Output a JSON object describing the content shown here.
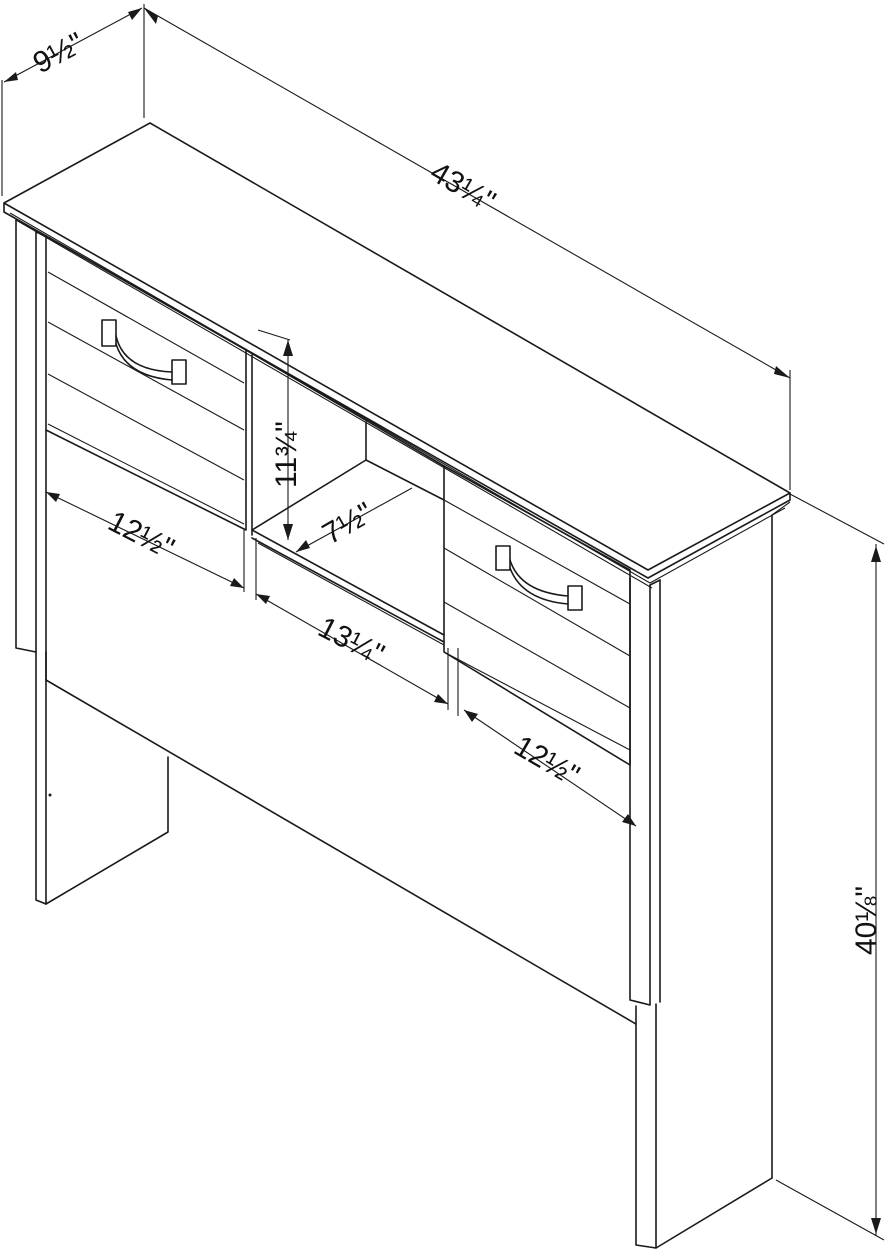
{
  "dimensions": {
    "depth": "9½\"",
    "width": "43¼\"",
    "shelf_height": "11¾\"",
    "shelf_depth": "7½\"",
    "left_door_width": "12½\"",
    "center_opening_width": "13¼\"",
    "right_door_width": "12½\"",
    "overall_height": "40⅛\""
  }
}
